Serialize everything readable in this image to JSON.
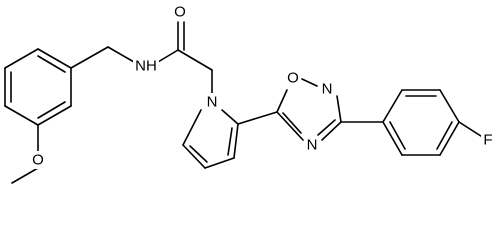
{
  "molecule": {
    "atom_labels": {
      "oxygen_carbonyl": "O",
      "amide_nh": "NH",
      "methoxy_oxygen": "O",
      "pyrrole_n": "N",
      "oxadiazole_o": "O",
      "oxadiazole_n_top": "N",
      "oxadiazole_n_bottom": "N",
      "fluorine": "F"
    }
  }
}
